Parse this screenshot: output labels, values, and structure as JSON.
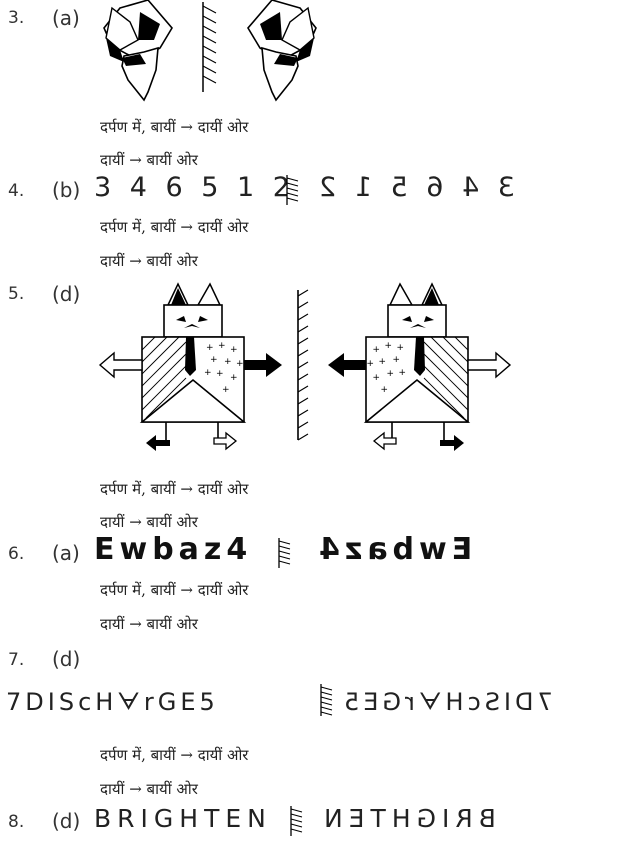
{
  "q3": {
    "num": "3.",
    "opt": "(a)"
  },
  "q4": {
    "num": "4.",
    "opt": "(b)",
    "seq": "3 4 6 5 1 2",
    "mirror": "3 4 6 5 1 2"
  },
  "q5": {
    "num": "5.",
    "opt": "(d)"
  },
  "q6": {
    "num": "6.",
    "opt": "(a)",
    "seq": "Ewbaz4",
    "mirror": "Ewbaz4"
  },
  "q7": {
    "num": "7.",
    "opt": "(d)",
    "seq": "7DIScHᗄrGE5",
    "mirror": "7DIScHᗄrGE5"
  },
  "q8": {
    "num": "8.",
    "opt": "(d)",
    "seq": "BRIGHTEN",
    "mirror": "BRIGHTEN"
  },
  "notes": {
    "line1": "दर्पण में, बायीं → दायीं ओर",
    "line2": "दायीं → बायीं ओर"
  }
}
